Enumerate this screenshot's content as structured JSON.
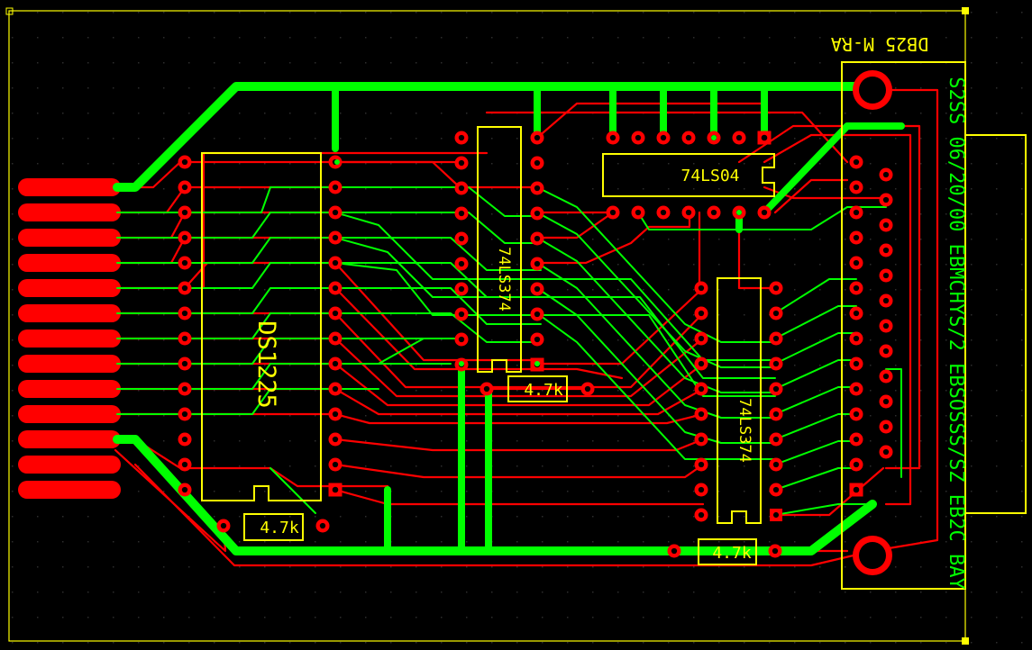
{
  "colors": {
    "background": "#000000",
    "grid_dots": "#2d2d2d",
    "silkscreen": "#ffff00",
    "bottom_copper": "#ff0000",
    "top_copper": "#00ff00",
    "pad": "#ff0000",
    "pad_hole": "#000000"
  },
  "components": {
    "u_left": {
      "name": "DS1225"
    },
    "u_mid": {
      "name": "74LS374"
    },
    "u_right": {
      "name": "74LS374"
    },
    "u_top": {
      "name": "74LS04"
    },
    "connector": {
      "name": "DB25 M-RA"
    },
    "resistors": [
      "4.7k",
      "4.7k",
      "4.7k"
    ]
  },
  "notes": {
    "side_text": "S2SS 06/20/00 EBMCHYS/2 EBSOSSS/SZ EB2C BAY"
  },
  "layout": {
    "grid_on": true,
    "edge_fingers": 13
  }
}
